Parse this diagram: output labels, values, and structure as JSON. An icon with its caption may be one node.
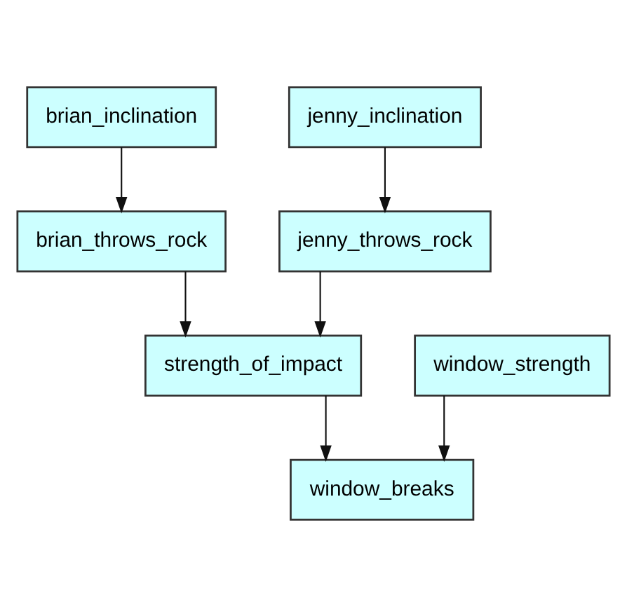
{
  "diagram": {
    "nodes": [
      {
        "text": [
          "brian_inclination"
        ]
      },
      {
        "text": [
          "jenny_inclination"
        ]
      },
      {
        "text": [
          "brian_throws_rock"
        ]
      },
      {
        "text": [
          "jenny_throws_rock"
        ]
      },
      {
        "text": [
          "strength_of_impact"
        ]
      },
      {
        "text": [
          "window_strength"
        ]
      },
      {
        "text": [
          "window_breaks"
        ]
      }
    ],
    "edges": [
      {
        "from": 0,
        "to": 2,
        "arrow": "to"
      },
      {
        "from": 1,
        "to": 3,
        "arrow": "to"
      },
      {
        "from": 2,
        "to": 4,
        "arrow": "to"
      },
      {
        "from": 3,
        "to": 4,
        "arrow": "to"
      },
      {
        "from": 4,
        "to": 6,
        "arrow": "to"
      },
      {
        "from": 5,
        "to": 6,
        "arrow": "to"
      }
    ]
  }
}
